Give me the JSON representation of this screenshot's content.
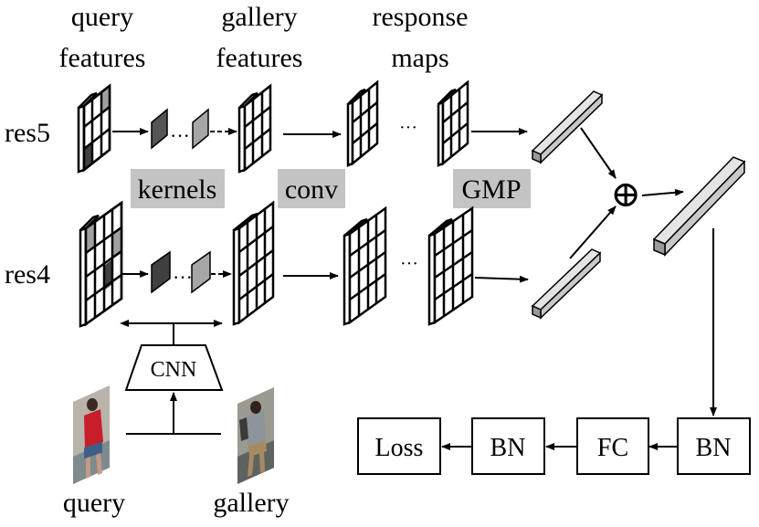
{
  "headers": {
    "query_features_1": "query",
    "query_features_2": "features",
    "gallery_features_1": "gallery",
    "gallery_features_2": "features",
    "response_maps_1": "response",
    "response_maps_2": "maps"
  },
  "rows": {
    "res5": "res5",
    "res4": "res4"
  },
  "tags": {
    "kernels": "kernels",
    "conv": "conv",
    "gmp": "GMP"
  },
  "ellipsis": "···",
  "dots": "···",
  "sum_symbol": "⊕",
  "cnn": "CNN",
  "images": {
    "query": "query",
    "gallery": "gallery"
  },
  "blocks": {
    "bn1": "BN",
    "fc": "FC",
    "bn2": "BN",
    "loss": "Loss"
  },
  "colors": {
    "tag_bg": "#c4c4c4",
    "kernel_dark": "#555555",
    "kernel_light": "#a6a6a6",
    "bar_fill": "#c8c8c8"
  }
}
